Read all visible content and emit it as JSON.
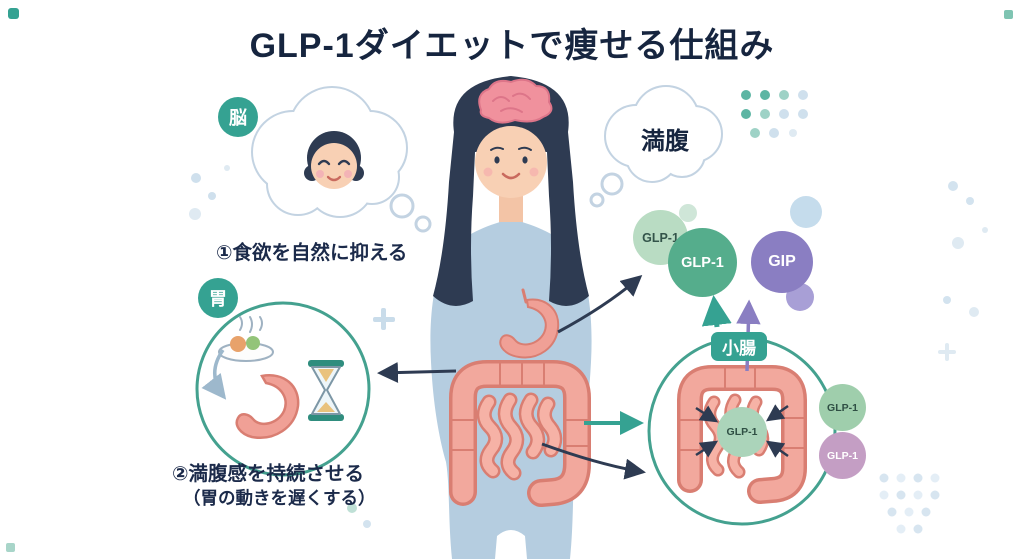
{
  "title": "GLP-1ダイエットで痩せる仕組み",
  "badges": {
    "brain": "脳",
    "stomach": "胃",
    "small_intestine": "小腸"
  },
  "thought_bubble": {
    "satiety": "満腹"
  },
  "points": {
    "appetite": "①食欲を自然に抑える",
    "satiety": "②満腹感を持続させる",
    "satiety_sub": "（胃の動きを遅くする）"
  },
  "hormones": {
    "glp1_small": "GLP-1",
    "glp1_main": "GLP-1",
    "gip": "GIP",
    "glp1_center": "GLP-1",
    "glp1_tag_top": "GLP-1",
    "glp1_tag_bottom": "GLP-1"
  },
  "colors": {
    "teal": "#35a292",
    "navy": "#2e3b52",
    "title_text": "#16253f",
    "body_blue": "#b5cde0",
    "skin": "#f8d0b4",
    "organ_pink": "#f0a096",
    "organ_outline": "#d97e72",
    "glp1_green": "#55ad8c",
    "glp1_light_green": "#b9dcc3",
    "gip_purple": "#8a7ec2",
    "tag_green": "#9fceac",
    "tag_pink": "#c49ec4",
    "bubble_outline": "#c3d3e2"
  }
}
